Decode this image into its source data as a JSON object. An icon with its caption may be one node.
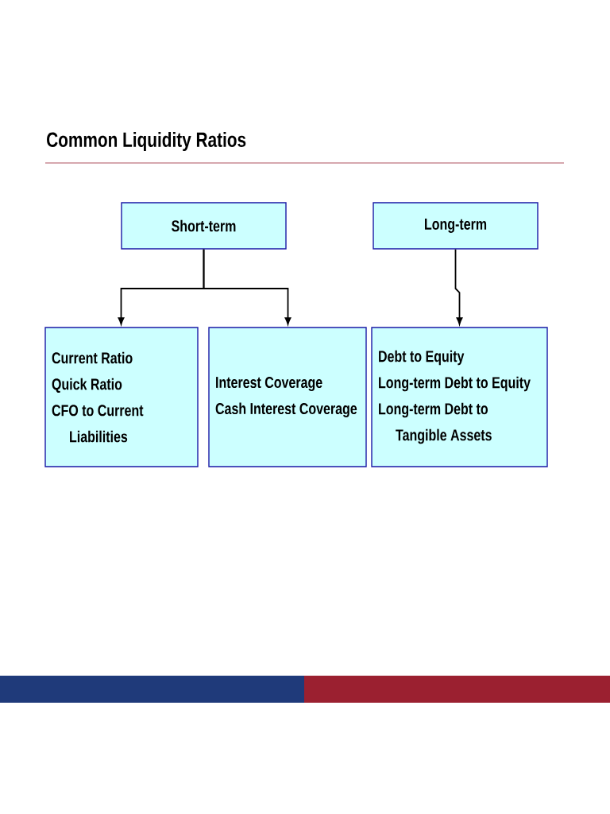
{
  "diagram": {
    "title": "Common Liquidity Ratios",
    "nodes": [
      {
        "text": [
          "Short-term"
        ]
      },
      {
        "text": [
          "Long-term"
        ]
      },
      {
        "text": [
          "Current Ratio",
          "Quick Ratio",
          "CFO to Current Liabilities"
        ]
      },
      {
        "text": [
          "Interest Coverage",
          "Cash Interest Coverage"
        ]
      },
      {
        "text": [
          "Debt to Equity",
          "Long-term Debt to Equity",
          "Long-term Debt to Tangible Assets"
        ]
      }
    ],
    "edges": [
      {
        "from": 0,
        "to": 2,
        "arrow": "to"
      },
      {
        "from": 0,
        "to": 3,
        "arrow": "to"
      },
      {
        "from": 1,
        "to": 4,
        "arrow": "to"
      }
    ]
  }
}
